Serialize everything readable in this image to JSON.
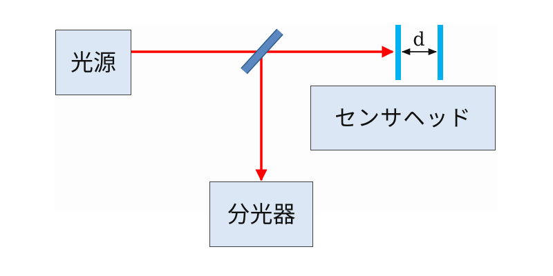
{
  "labels": {
    "light_source": "光源",
    "sensor_head": "センサヘッド",
    "spectrometer": "分光器",
    "gap": "d"
  },
  "colors": {
    "box_fill": "#dbe7f4",
    "box_border": "#404040",
    "beam": "#ff0000",
    "mirror": "#4f81bd",
    "plate": "#00b0f0",
    "text": "#111111"
  }
}
